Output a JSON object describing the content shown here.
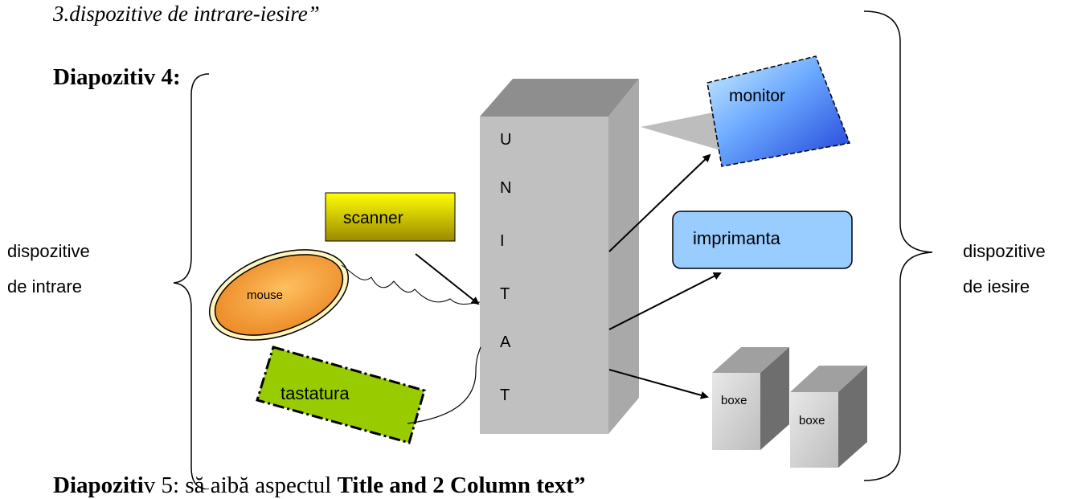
{
  "header": {
    "italic_title": "3.dispozitive de intrare-iesire”",
    "slide_title": "Diapozitiv 4:"
  },
  "footer": {
    "prefix": "Diapoziti",
    "middle": "v 5: să aibă aspectul ",
    "bold_part": "Title and 2 Column text”"
  },
  "labels": {
    "input_group_line1": "dispozitive",
    "input_group_line2": "de intrare",
    "output_group_line1": "dispozitive",
    "output_group_line2": "de iesire"
  },
  "unit_letters": [
    "U",
    "N",
    "I",
    "T",
    "A",
    "T"
  ],
  "devices": {
    "scanner": "scanner",
    "mouse": "mouse",
    "keyboard": "tastatura",
    "monitor": "monitor",
    "printer": "imprimanta",
    "speaker_1": "boxe",
    "speaker_2": "boxe"
  },
  "colors": {
    "unit_face": "#c0c0c0",
    "unit_top": "#8e8e8e",
    "unit_side": "#a9a9a9",
    "scanner_top": "#ffff00",
    "scanner_bottom": "#9a8a00",
    "mouse_fill_center": "#ffc060",
    "mouse_fill_edge": "#e8801c",
    "mouse_ring": "#fff3c0",
    "keyboard": "#99cc00",
    "monitor_light": "#cceeff",
    "monitor_dark": "#1f3fd6",
    "printer": "#99ccff",
    "speaker_face": "#d6d6d6",
    "speaker_side": "#6e6e6e"
  }
}
